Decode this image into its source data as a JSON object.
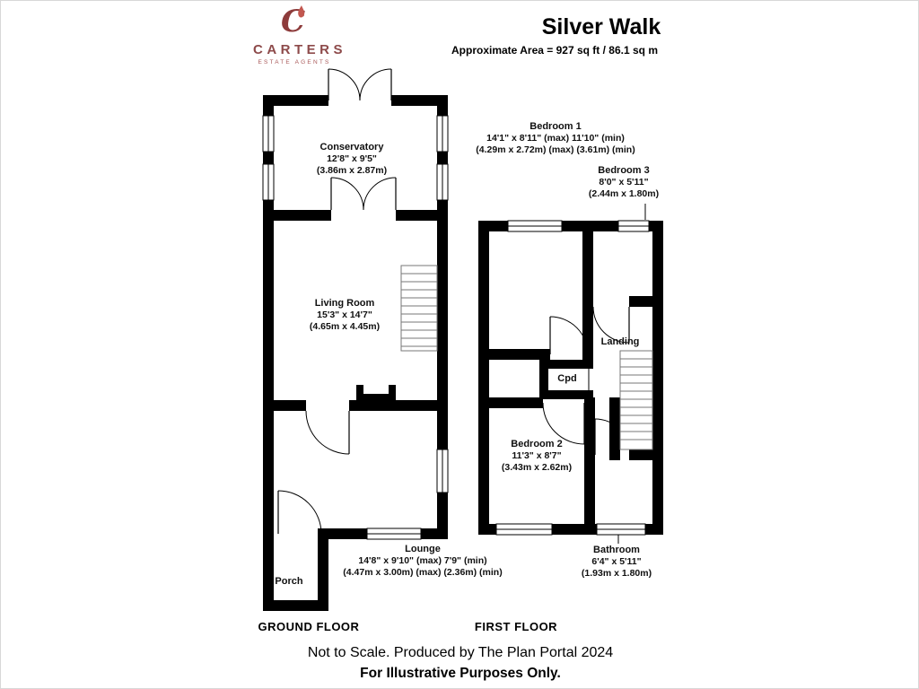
{
  "colors": {
    "wall": "#000000",
    "brand": "#8d4a4a",
    "logo_flame": "#c2574f",
    "logo_letter_color": "#8d3b3b"
  },
  "header": {
    "logo_letter": "C",
    "brand": "CARTERS",
    "tagline": "ESTATE AGENTS",
    "title": "Silver Walk",
    "subtitle": "Approximate Area = 927 sq ft / 86.1 sq m"
  },
  "ground_floor": {
    "label": "GROUND FLOOR",
    "rooms": {
      "conservatory": {
        "name": "Conservatory",
        "dims_ft": "12'8\" x 9'5\"",
        "dims_m": "(3.86m x 2.87m)"
      },
      "living_room": {
        "name": "Living Room",
        "dims_ft": "15'3\" x 14'7\"",
        "dims_m": "(4.65m x 4.45m)"
      },
      "lounge": {
        "name": "Lounge",
        "dims_ft": "14'8\" x 9'10\" (max) 7'9\" (min)",
        "dims_m": "(4.47m x 3.00m) (max) (2.36m) (min)"
      },
      "porch": {
        "name": "Porch"
      }
    }
  },
  "first_floor": {
    "label": "FIRST FLOOR",
    "rooms": {
      "bedroom_1": {
        "name": "Bedroom 1",
        "dims_ft": "14'1\" x 8'11\" (max) 11'10\" (min)",
        "dims_m": "(4.29m x 2.72m) (max) (3.61m) (min)"
      },
      "bedroom_3": {
        "name": "Bedroom 3",
        "dims_ft": "8'0\" x 5'11\"",
        "dims_m": "(2.44m x 1.80m)"
      },
      "landing": {
        "name": "Landing"
      },
      "cupboard": {
        "name": "Cpd"
      },
      "bedroom_2": {
        "name": "Bedroom 2",
        "dims_ft": "11'3\" x 8'7\"",
        "dims_m": "(3.43m x 2.62m)"
      },
      "bathroom": {
        "name": "Bathroom",
        "dims_ft": "6'4\" x 5'11\"",
        "dims_m": "(1.93m x 1.80m)"
      }
    }
  },
  "footer": {
    "line1": "Not to Scale. Produced by The Plan Portal 2024",
    "line2": "For Illustrative Purposes Only."
  }
}
